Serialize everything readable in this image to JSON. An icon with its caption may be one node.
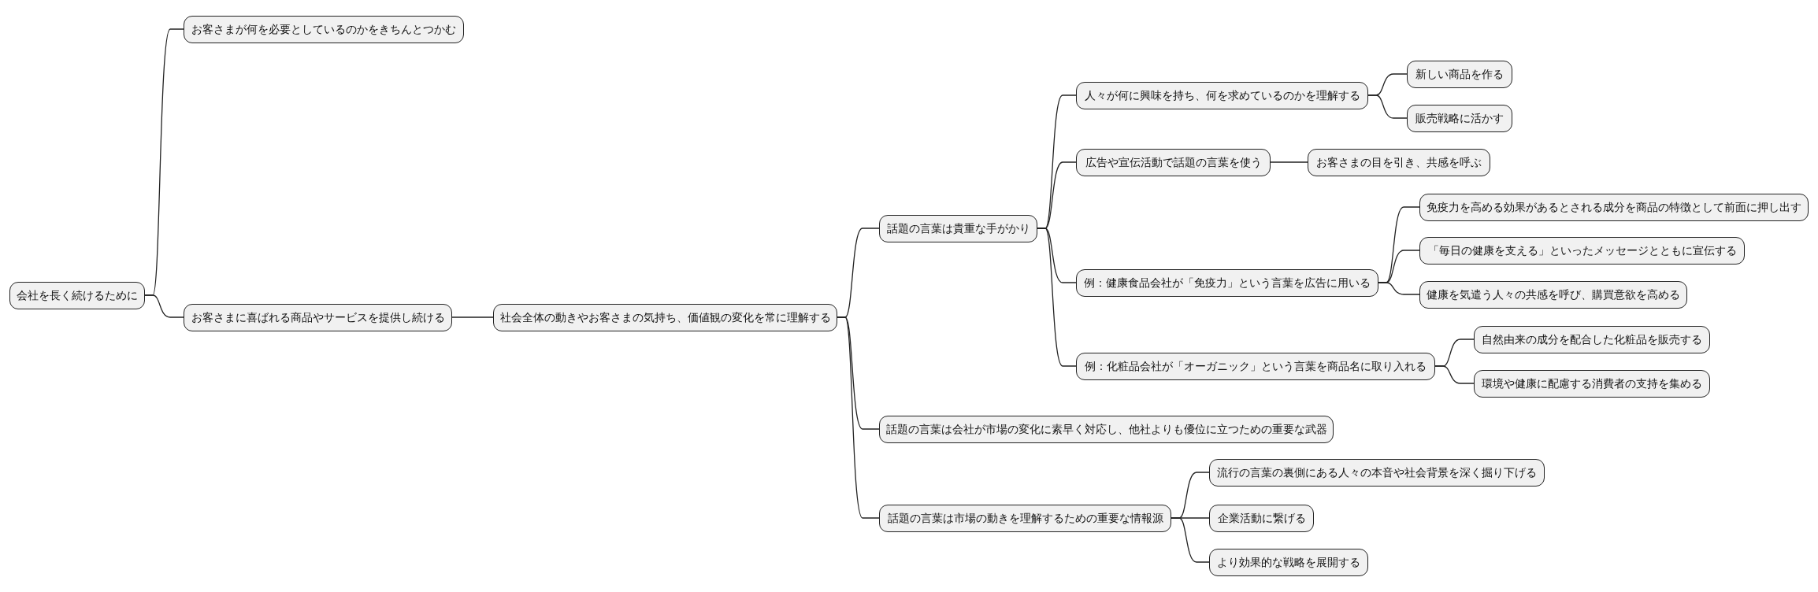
{
  "diagram": {
    "nodes": [
      {
        "text": [
          "会社を長く続けるために"
        ]
      },
      {
        "text": [
          "お客さまが何を必要としているのかをきちんとつかむ"
        ]
      },
      {
        "text": [
          "お客さまに喜ばれる商品やサービスを提供し続ける"
        ]
      },
      {
        "text": [
          "社会全体の動きやお客さまの気持ち、価値観の変化を常に理解する"
        ]
      },
      {
        "text": [
          "話題の言葉は貴重な手がかり"
        ]
      },
      {
        "text": [
          "人々が何に興味を持ち、何を求めているのかを理解する"
        ]
      },
      {
        "text": [
          "新しい商品を作る"
        ]
      },
      {
        "text": [
          "販売戦略に活かす"
        ]
      },
      {
        "text": [
          "広告や宣伝活動で話題の言葉を使う"
        ]
      },
      {
        "text": [
          "お客さまの目を引き、共感を呼ぶ"
        ]
      },
      {
        "text": [
          "例：健康食品会社が「免疫力」という言葉を広告に用いる"
        ]
      },
      {
        "text": [
          "免疫力を高める効果があるとされる成分を商品の特徴として前面に押し出す"
        ]
      },
      {
        "text": [
          "「毎日の健康を支える」といったメッセージとともに宣伝する"
        ]
      },
      {
        "text": [
          "健康を気遣う人々の共感を呼び、購買意欲を高める"
        ]
      },
      {
        "text": [
          "例：化粧品会社が「オーガニック」という言葉を商品名に取り入れる"
        ]
      },
      {
        "text": [
          "自然由来の成分を配合した化粧品を販売する"
        ]
      },
      {
        "text": [
          "環境や健康に配慮する消費者の支持を集める"
        ]
      },
      {
        "text": [
          "話題の言葉は会社が市場の変化に素早く対応し、他社よりも優位に立つための重要な武器"
        ]
      },
      {
        "text": [
          "話題の言葉は市場の動きを理解するための重要な情報源"
        ]
      },
      {
        "text": [
          "流行の言葉の裏側にある人々の本音や社会背景を深く掘り下げる"
        ]
      },
      {
        "text": [
          "企業活動に繋げる"
        ]
      },
      {
        "text": [
          "より効果的な戦略を展開する"
        ]
      }
    ],
    "edges": [
      {
        "from": 0,
        "to": 1,
        "arrow": "none"
      },
      {
        "from": 0,
        "to": 2,
        "arrow": "none"
      },
      {
        "from": 2,
        "to": 3,
        "arrow": "none"
      },
      {
        "from": 3,
        "to": 4,
        "arrow": "none"
      },
      {
        "from": 4,
        "to": 5,
        "arrow": "none"
      },
      {
        "from": 5,
        "to": 6,
        "arrow": "none"
      },
      {
        "from": 5,
        "to": 7,
        "arrow": "none"
      },
      {
        "from": 4,
        "to": 8,
        "arrow": "none"
      },
      {
        "from": 8,
        "to": 9,
        "arrow": "none"
      },
      {
        "from": 4,
        "to": 10,
        "arrow": "none"
      },
      {
        "from": 10,
        "to": 11,
        "arrow": "none"
      },
      {
        "from": 10,
        "to": 12,
        "arrow": "none"
      },
      {
        "from": 10,
        "to": 13,
        "arrow": "none"
      },
      {
        "from": 4,
        "to": 14,
        "arrow": "none"
      },
      {
        "from": 14,
        "to": 15,
        "arrow": "none"
      },
      {
        "from": 14,
        "to": 16,
        "arrow": "none"
      },
      {
        "from": 3,
        "to": 17,
        "arrow": "none"
      },
      {
        "from": 3,
        "to": 18,
        "arrow": "none"
      },
      {
        "from": 18,
        "to": 19,
        "arrow": "none"
      },
      {
        "from": 18,
        "to": 20,
        "arrow": "none"
      },
      {
        "from": 18,
        "to": 21,
        "arrow": "none"
      }
    ]
  }
}
